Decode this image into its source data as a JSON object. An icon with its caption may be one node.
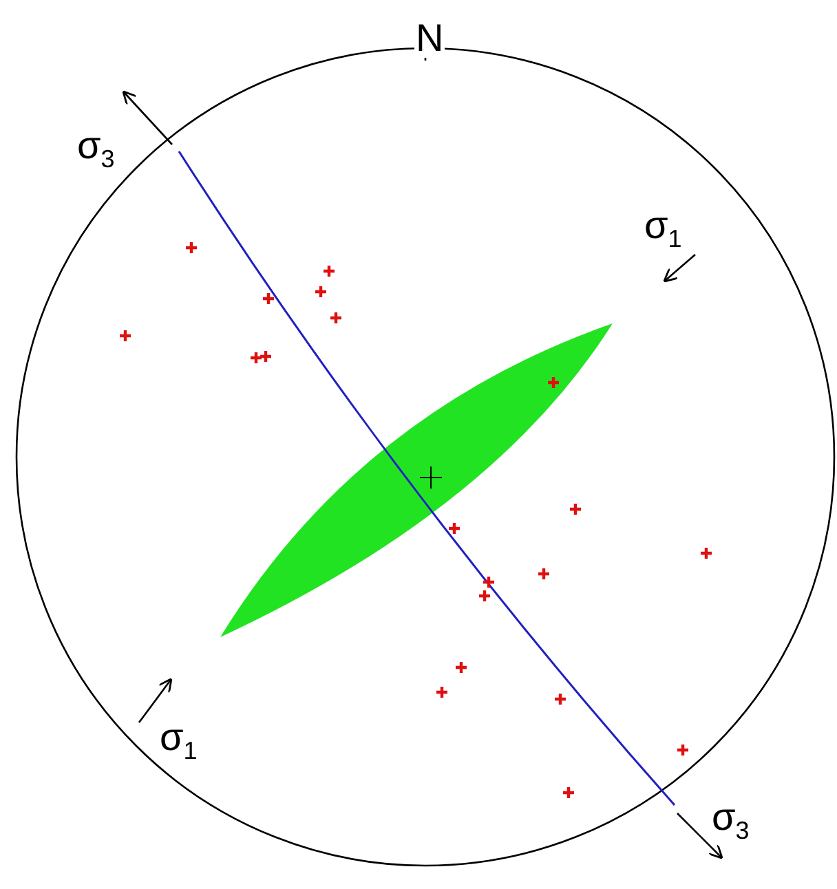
{
  "diagram": {
    "labels": [
      "N",
      "σ$_{3}$",
      "σ$_{1}$",
      "σ$_{1}$",
      "σ$_{3}$"
    ]
  }
}
